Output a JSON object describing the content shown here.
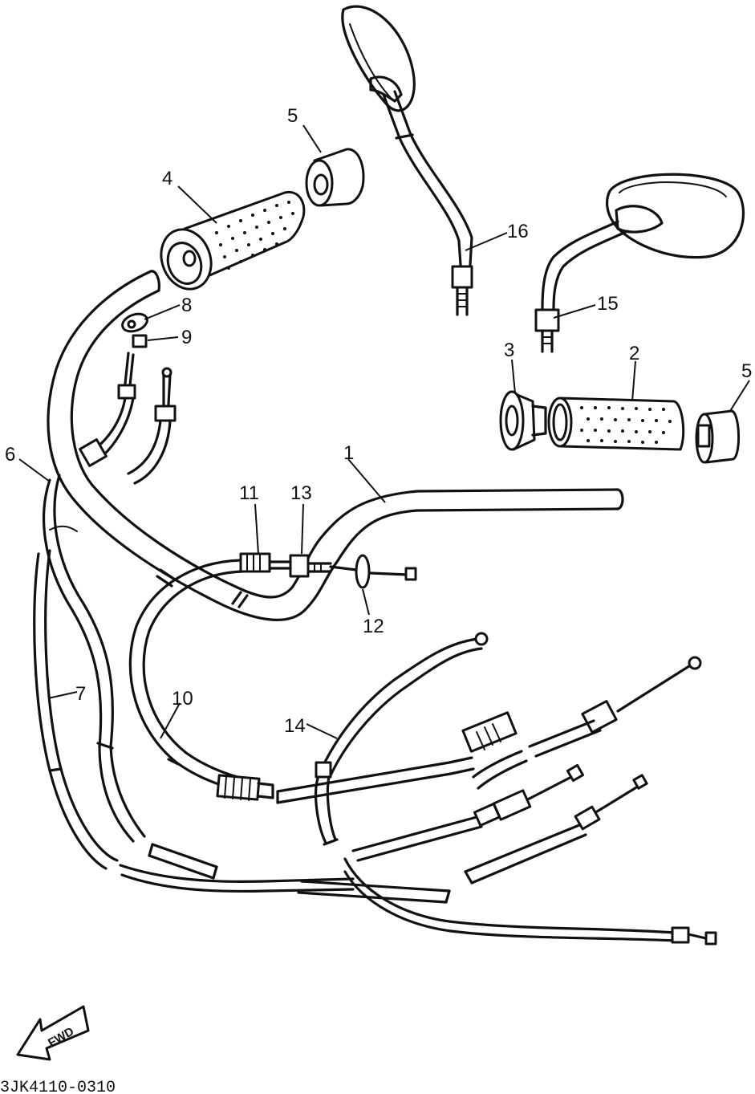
{
  "diagram": {
    "callouts": {
      "p1": "1",
      "p2": "2",
      "p3": "3",
      "p4": "4",
      "p5a": "5",
      "p5b": "5",
      "p6": "6",
      "p7": "7",
      "p8": "8",
      "p9": "9",
      "p10": "10",
      "p11": "11",
      "p12": "12",
      "p13": "13",
      "p14": "14",
      "p15": "15",
      "p16": "16"
    },
    "direction_label": "FWD",
    "drawing_code": "3JK4110-0310"
  }
}
